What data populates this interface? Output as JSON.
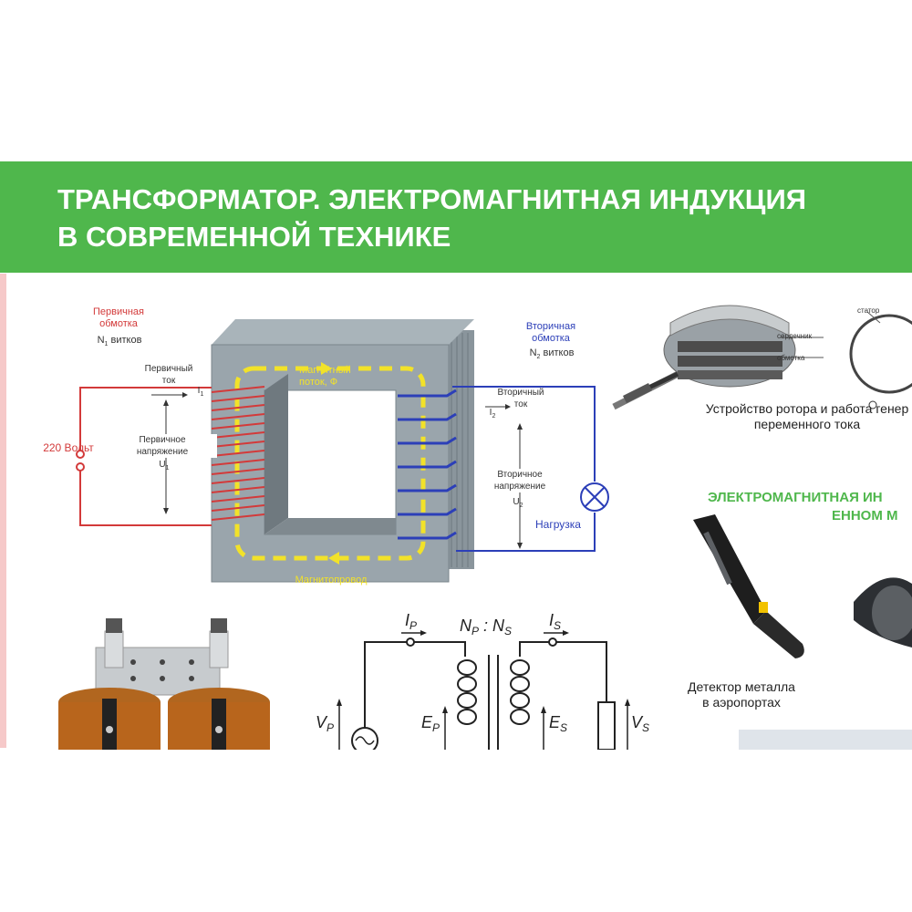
{
  "banner": {
    "title": "ТРАНСФОРМАТОР. ЭЛЕКТРОМАГНИТНАЯ ИНДУКЦИЯ\nВ СОВРЕМЕННОЙ ТЕХНИКЕ",
    "color": "#4fb74c"
  },
  "transformer": {
    "primary_winding": "Первичная\nобмотка",
    "primary_turns": "N",
    "primary_turns_sub": "1",
    "turns_word": "витков",
    "primary_current": "Первичный\nток",
    "primary_current_symbol": "I",
    "primary_current_sub": "1",
    "voltage_source": "220 Вольт",
    "primary_voltage": "Первичное\nнапряжение",
    "primary_voltage_symbol": "U",
    "primary_voltage_sub": "1",
    "flux": "Магнитный\nпоток, Ф",
    "core": "Магнитопровод",
    "secondary_winding": "Вторичная\nобмотка",
    "secondary_turns": "N",
    "secondary_turns_sub": "2",
    "secondary_current": "Вторичный\nток",
    "secondary_current_symbol": "I",
    "secondary_current_sub": "2",
    "secondary_voltage": "Вторичное\nнапряжение",
    "secondary_voltage_symbol": "U",
    "secondary_voltage_sub": "2",
    "load": "Нагрузка",
    "primary_color": "#d33a3a",
    "secondary_color": "#2c3fb8",
    "flux_color": "#f2e229"
  },
  "generator": {
    "label_core": "сердечник",
    "label_winding": "обмотка",
    "label_stator": "статор",
    "caption": "Устройство ротора и работа генер\nпеременного тока"
  },
  "section": {
    "heading_line1": "ЭЛЕКТРОМАГНИТНАЯ ИН",
    "heading_line2": "ЕННОМ М"
  },
  "detector": {
    "caption": "Детектор металла\nв аэропортах"
  },
  "circuit": {
    "ip": "I",
    "ip_sub": "P",
    "ratio_n1": "N",
    "ratio_n1_sub": "P",
    "ratio_sep": " : ",
    "ratio_n2": "N",
    "ratio_n2_sub": "S",
    "is": "I",
    "is_sub": "S",
    "vp": "V",
    "vp_sub": "P",
    "ep": "E",
    "ep_sub": "P",
    "es": "E",
    "es_sub": "S",
    "vs": "V",
    "vs_sub": "S"
  }
}
